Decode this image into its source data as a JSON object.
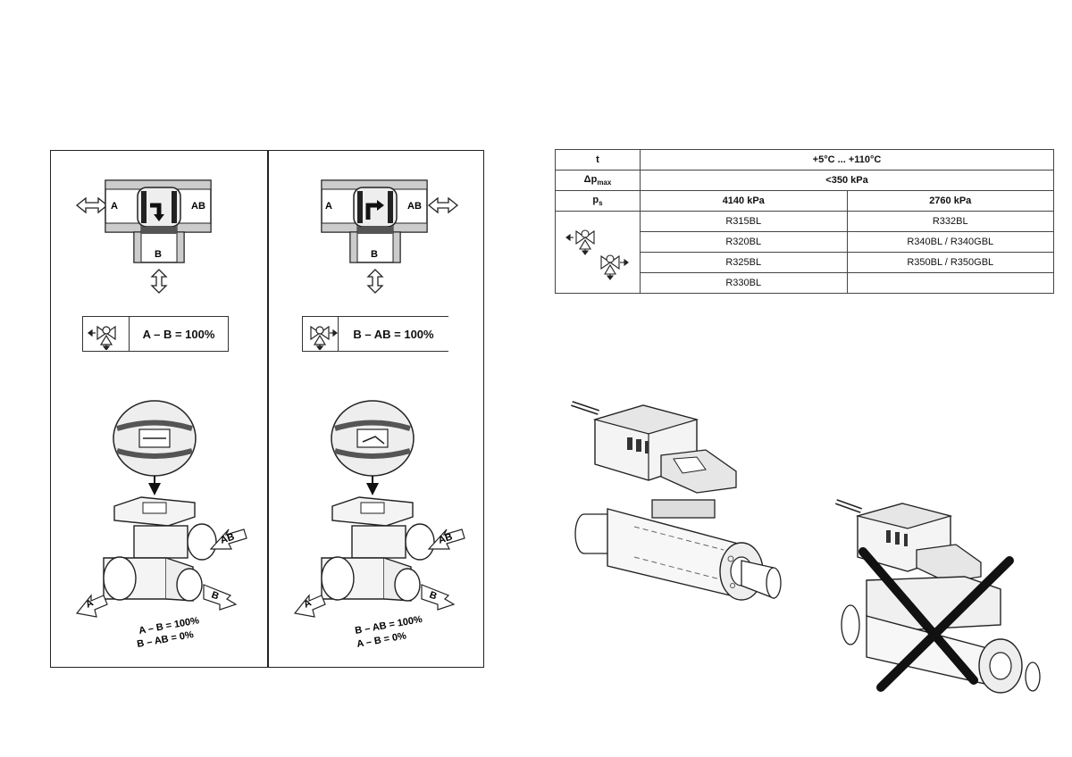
{
  "valve_modes": {
    "left": {
      "port_a": "A",
      "port_ab": "AB",
      "port_b": "B",
      "mode_label": "A – B = 100%",
      "iso_port_a": "A",
      "iso_port_ab": "AB",
      "iso_port_b": "B",
      "flow_line1": "A – B = 100%",
      "flow_line2": "B – AB = 0%"
    },
    "right": {
      "port_a": "A",
      "port_ab": "AB",
      "port_b": "B",
      "mode_label": "B – AB = 100%",
      "iso_port_a": "A",
      "iso_port_ab": "AB",
      "iso_port_b": "B",
      "flow_line1": "B – AB = 100%",
      "flow_line2": "A – B = 0%"
    }
  },
  "spec_table": {
    "row_t": {
      "label": "t",
      "value": "+5°C ... +110°C"
    },
    "row_dp": {
      "label_main": "Δp",
      "label_sub": "max",
      "value": "<350 kPa"
    },
    "row_ps": {
      "label_main": "p",
      "label_sub": "s",
      "col1": "4140 kPa",
      "col2": "2760 kPa"
    },
    "models": [
      {
        "col1": "R315BL",
        "col2": "R332BL"
      },
      {
        "col1": "R320BL",
        "col2": "R340BL / R340GBL"
      },
      {
        "col1": "R325BL",
        "col2": "R350BL / R350GBL"
      },
      {
        "col1": "R330BL",
        "col2": ""
      }
    ]
  }
}
